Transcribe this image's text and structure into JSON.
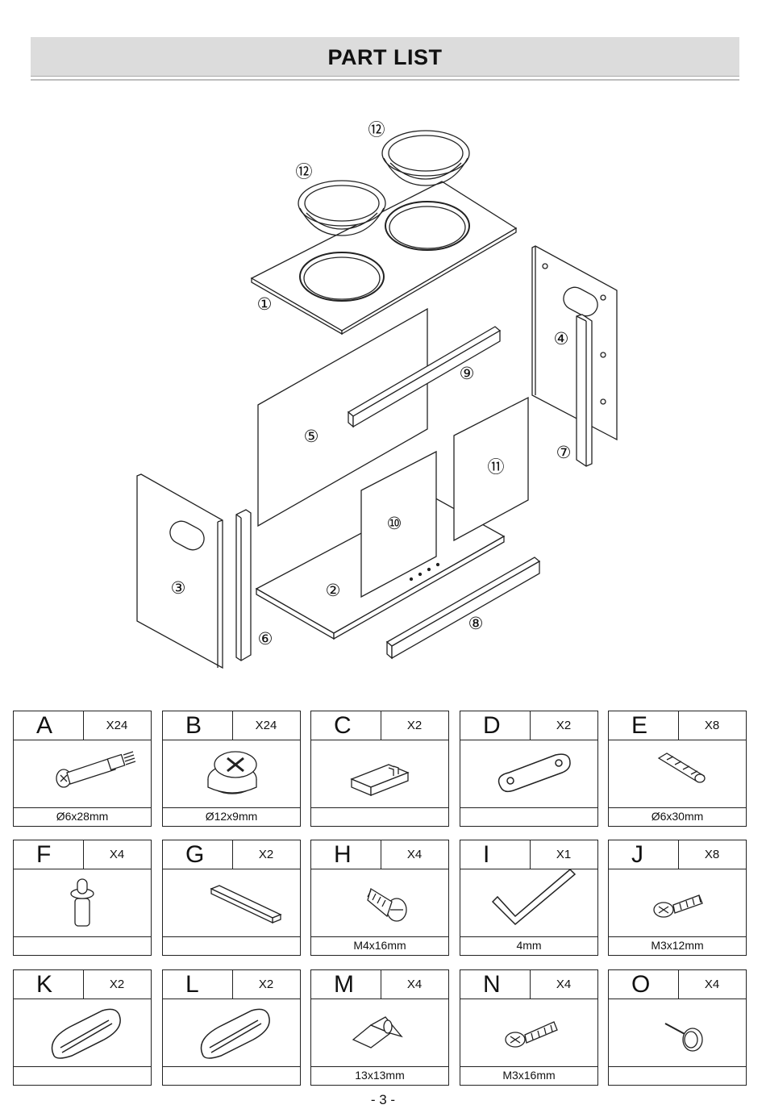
{
  "header": {
    "title": "PART LIST"
  },
  "diagram": {
    "callouts": [
      "①",
      "②",
      "③",
      "④",
      "⑤",
      "⑥",
      "⑦",
      "⑧",
      "⑨",
      "⑩",
      "⑪",
      "⑫",
      "⑫"
    ]
  },
  "hardware": [
    {
      "letter": "A",
      "qty": "X24",
      "spec": "Ø6x28mm",
      "icon": "cam-bolt-icon"
    },
    {
      "letter": "B",
      "qty": "X24",
      "spec": "Ø12x9mm",
      "icon": "cam-lock-icon"
    },
    {
      "letter": "C",
      "qty": "X2",
      "spec": "",
      "icon": "magnetic-catch-icon"
    },
    {
      "letter": "D",
      "qty": "X2",
      "spec": "",
      "icon": "connector-plate-icon"
    },
    {
      "letter": "E",
      "qty": "X8",
      "spec": "Ø6x30mm",
      "icon": "wood-dowel-icon"
    },
    {
      "letter": "F",
      "qty": "X4",
      "spec": "",
      "icon": "shelf-pin-icon"
    },
    {
      "letter": "G",
      "qty": "X2",
      "spec": "",
      "icon": "strip-icon"
    },
    {
      "letter": "H",
      "qty": "X4",
      "spec": "M4x16mm",
      "icon": "machine-screw-icon"
    },
    {
      "letter": "I",
      "qty": "X1",
      "spec": "4mm",
      "icon": "allen-key-icon"
    },
    {
      "letter": "J",
      "qty": "X8",
      "spec": "M3x12mm",
      "icon": "short-screw-icon"
    },
    {
      "letter": "K",
      "qty": "X2",
      "spec": "",
      "icon": "handle-cover-icon"
    },
    {
      "letter": "L",
      "qty": "X2",
      "spec": "",
      "icon": "handle-cover-icon"
    },
    {
      "letter": "M",
      "qty": "X4",
      "spec": "13x13mm",
      "icon": "corner-block-icon"
    },
    {
      "letter": "N",
      "qty": "X4",
      "spec": "M3x16mm",
      "icon": "long-screw-icon"
    },
    {
      "letter": "O",
      "qty": "X4",
      "spec": "",
      "icon": "nail-icon"
    }
  ],
  "footer": {
    "page": "- 3 -"
  }
}
